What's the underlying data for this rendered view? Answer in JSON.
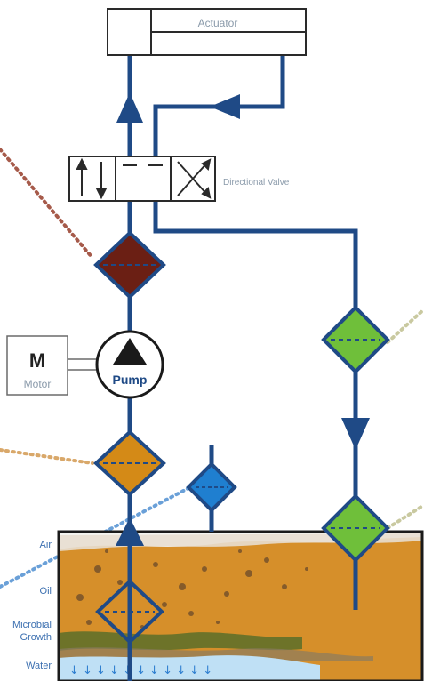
{
  "diagram": {
    "actuator_label": "Actuator",
    "valve_label": "Directional Valve",
    "motor_symbol": "M",
    "motor_label": "Motor",
    "pump_label": "Pump",
    "tank_labels": {
      "air": "Air",
      "oil": "Oil",
      "microbial": [
        "Microbial",
        "Growth"
      ],
      "water": "Water"
    }
  },
  "colors": {
    "line": "#1f4a86",
    "filter_brown": "#6b1f14",
    "filter_orange": "#d48a17",
    "filter_blue": "#1f7fd0",
    "filter_green": "#6fbf3a",
    "oil": "#d68f2a",
    "water": "#bfe0f5",
    "label": "#8a9aaa"
  },
  "icons": [
    "flow-arrow-icon",
    "pump-triangle-icon",
    "motor-icon",
    "filter-diamond-icon"
  ]
}
